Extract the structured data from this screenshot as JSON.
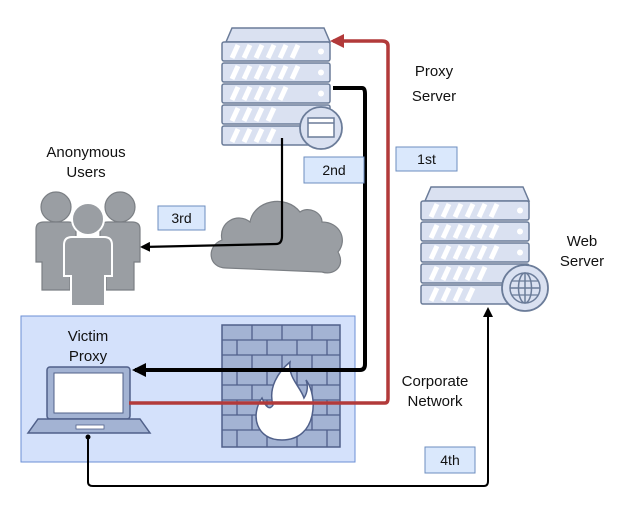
{
  "labels": {
    "proxy_server": [
      "Proxy",
      "Server"
    ],
    "anonymous_users": [
      "Anonymous",
      "Users"
    ],
    "web_server": [
      "Web",
      "Server"
    ],
    "victim_proxy": [
      "Victim",
      "Proxy"
    ],
    "corporate_network": [
      "Corporate",
      "Network"
    ]
  },
  "steps": {
    "first": "1st",
    "second": "2nd",
    "third": "3rd",
    "fourth": "4th"
  },
  "icons": {
    "proxy_server": "server-rack-icon",
    "web_server": "server-rack-icon",
    "browser_badge": "browser-window-icon",
    "globe_badge": "globe-icon",
    "users": "user-group-icon",
    "cloud": "cloud-icon",
    "firewall": "firewall-icon",
    "laptop": "laptop-icon"
  },
  "colors": {
    "server_fill": "#dae1f1",
    "server_stroke": "#6b7c99",
    "network_area": "#d4e1fb",
    "step_box": "#dae8fc",
    "red_arrow": "#b23a3a",
    "black_arrow": "#000000",
    "gray_icon": "#9a9ea3"
  }
}
